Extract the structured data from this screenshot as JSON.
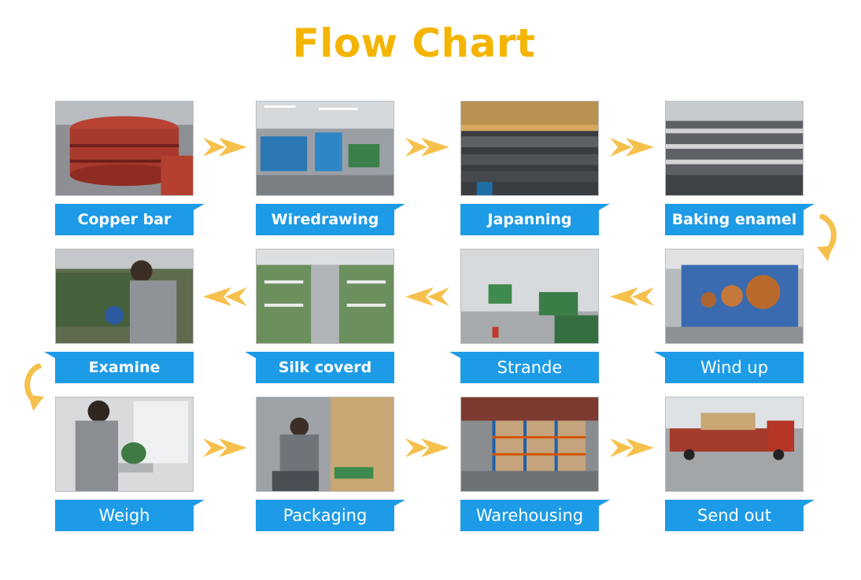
{
  "title": "Flow Chart",
  "steps": [
    {
      "label": "Copper bar"
    },
    {
      "label": "Wiredrawing"
    },
    {
      "label": "Japanning"
    },
    {
      "label": "Baking enamel"
    },
    {
      "label": "Wind up"
    },
    {
      "label": "Strande"
    },
    {
      "label": "Silk coverd"
    },
    {
      "label": "Examine"
    },
    {
      "label": "Weigh"
    },
    {
      "label": "Packaging"
    },
    {
      "label": "Warehousing"
    },
    {
      "label": "Send out"
    }
  ],
  "colors": {
    "title": "#f4b400",
    "label_bg": "#1e9be6",
    "arrow": "#f6c04d"
  }
}
